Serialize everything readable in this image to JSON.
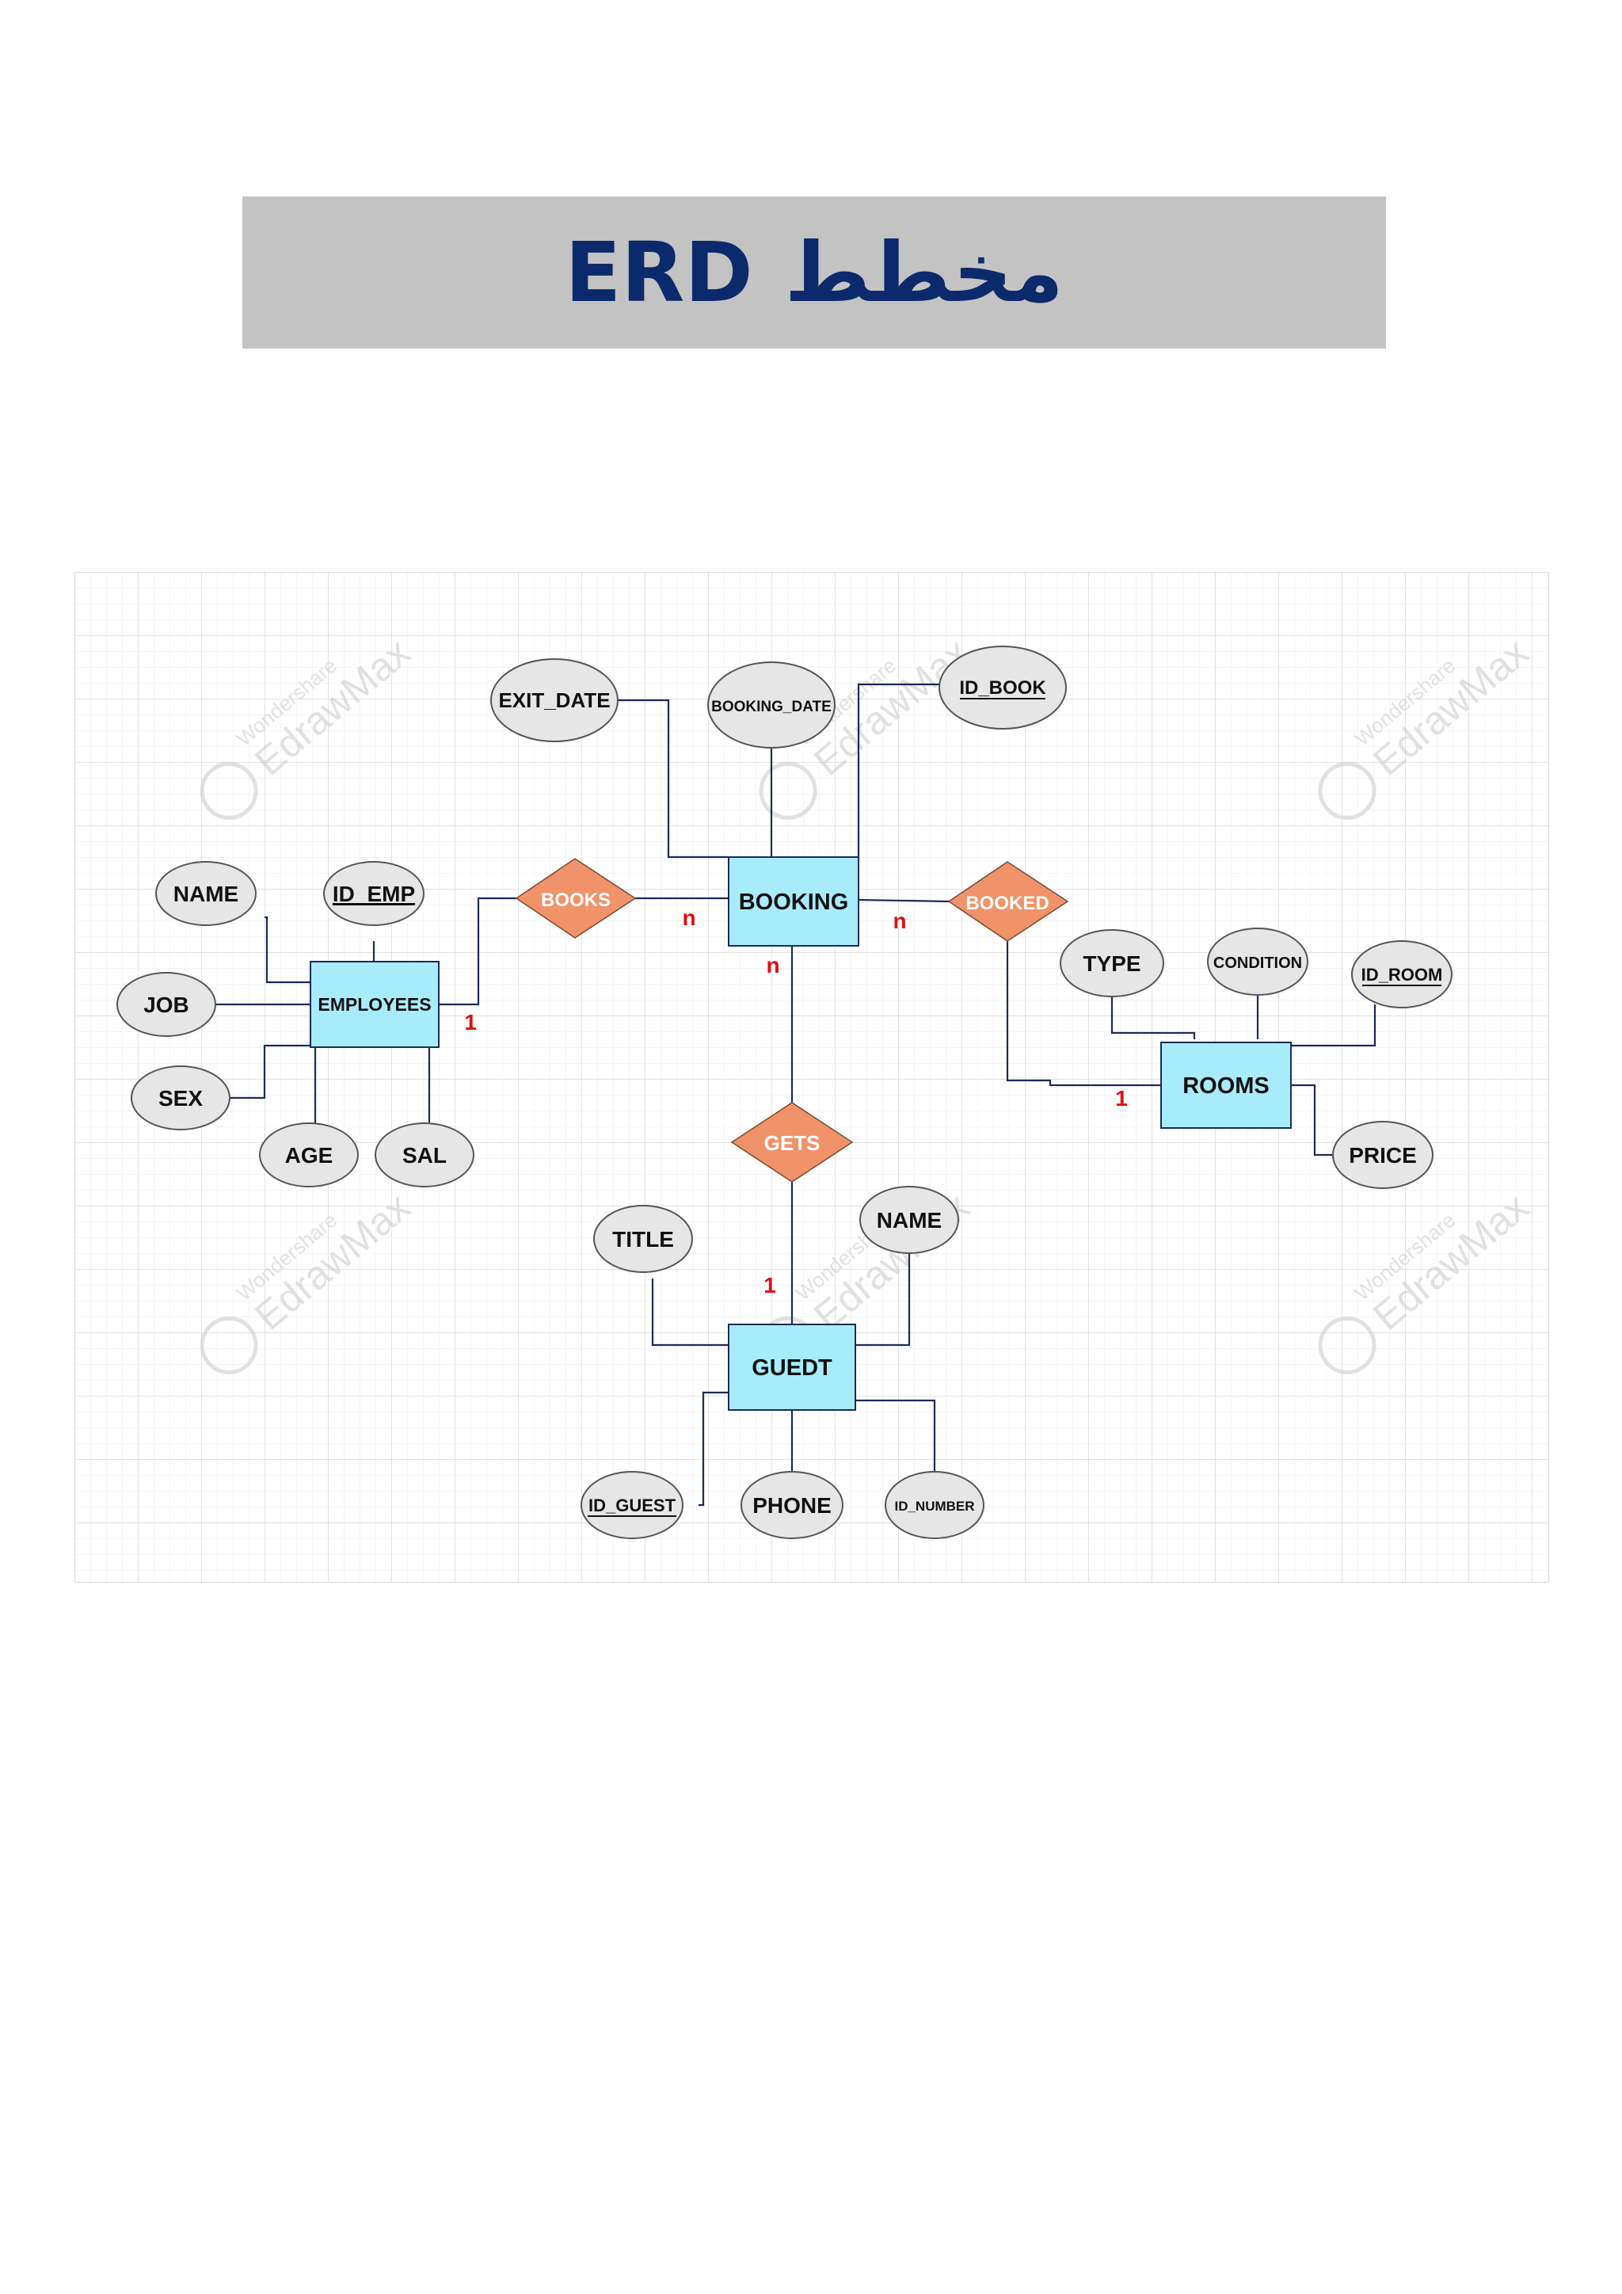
{
  "title": {
    "arabic": "مخطط",
    "latin": "ERD"
  },
  "watermark": {
    "small": "Wondershare",
    "large": "EdrawMax"
  },
  "colors": {
    "title_bg": "#c3c3c3",
    "title_text": "#0b2a6b",
    "entity_fill": "#a8ecfb",
    "relationship_fill": "#f0936a",
    "attribute_fill": "#e6e6e6",
    "cardinality": "#e01010",
    "line": "#1c2b5a"
  },
  "entities": {
    "employees": "EMPLOYEES",
    "booking": "BOOKING",
    "rooms": "ROOMS",
    "guest": "GUEDT"
  },
  "relationships": {
    "books": "BOOKS",
    "booked": "BOOKED",
    "gets": "GETS"
  },
  "attributes": {
    "emp_name": "NAME",
    "id_emp": "ID_EMP",
    "job": "JOB",
    "sex": "SEX",
    "age": "AGE",
    "sal": "SAL",
    "exit_date": "EXIT_DATE",
    "booking_date": "BOOKING_DATE",
    "id_book": "ID_BOOK",
    "type": "TYPE",
    "condition": "CONDITION",
    "id_room": "ID_ROOM",
    "price": "PRICE",
    "title": "TITLE",
    "guest_name": "NAME",
    "id_guest": "ID_GUEST",
    "phone": "PHONE",
    "id_number": "ID_NUMBER"
  },
  "cardinalities": {
    "employees_books": "1",
    "books_booking": "n",
    "booking_booked": "n",
    "booking_gets": "n",
    "booked_rooms": "1",
    "gets_guest": "1"
  }
}
